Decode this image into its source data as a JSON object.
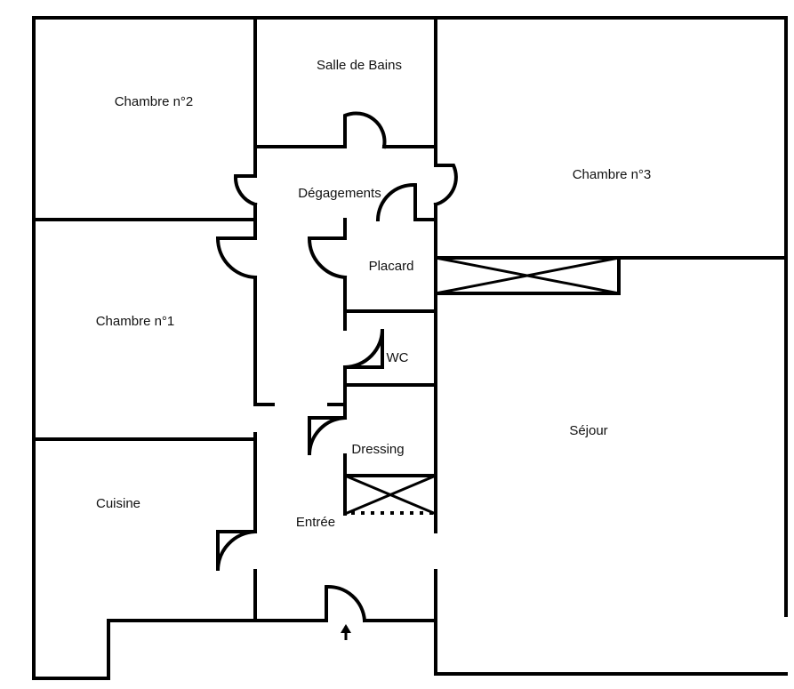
{
  "rooms": {
    "chambre2": "Chambre n°2",
    "salle_de_bains": "Salle de Bains",
    "chambre3": "Chambre n°3",
    "degagements": "Dégagements",
    "placard": "Placard",
    "chambre1": "Chambre n°1",
    "wc": "WC",
    "sejour": "Séjour",
    "dressing": "Dressing",
    "cuisine": "Cuisine",
    "entree": "Entrée"
  },
  "icons": {
    "entrance": "entrance-arrow-icon"
  }
}
